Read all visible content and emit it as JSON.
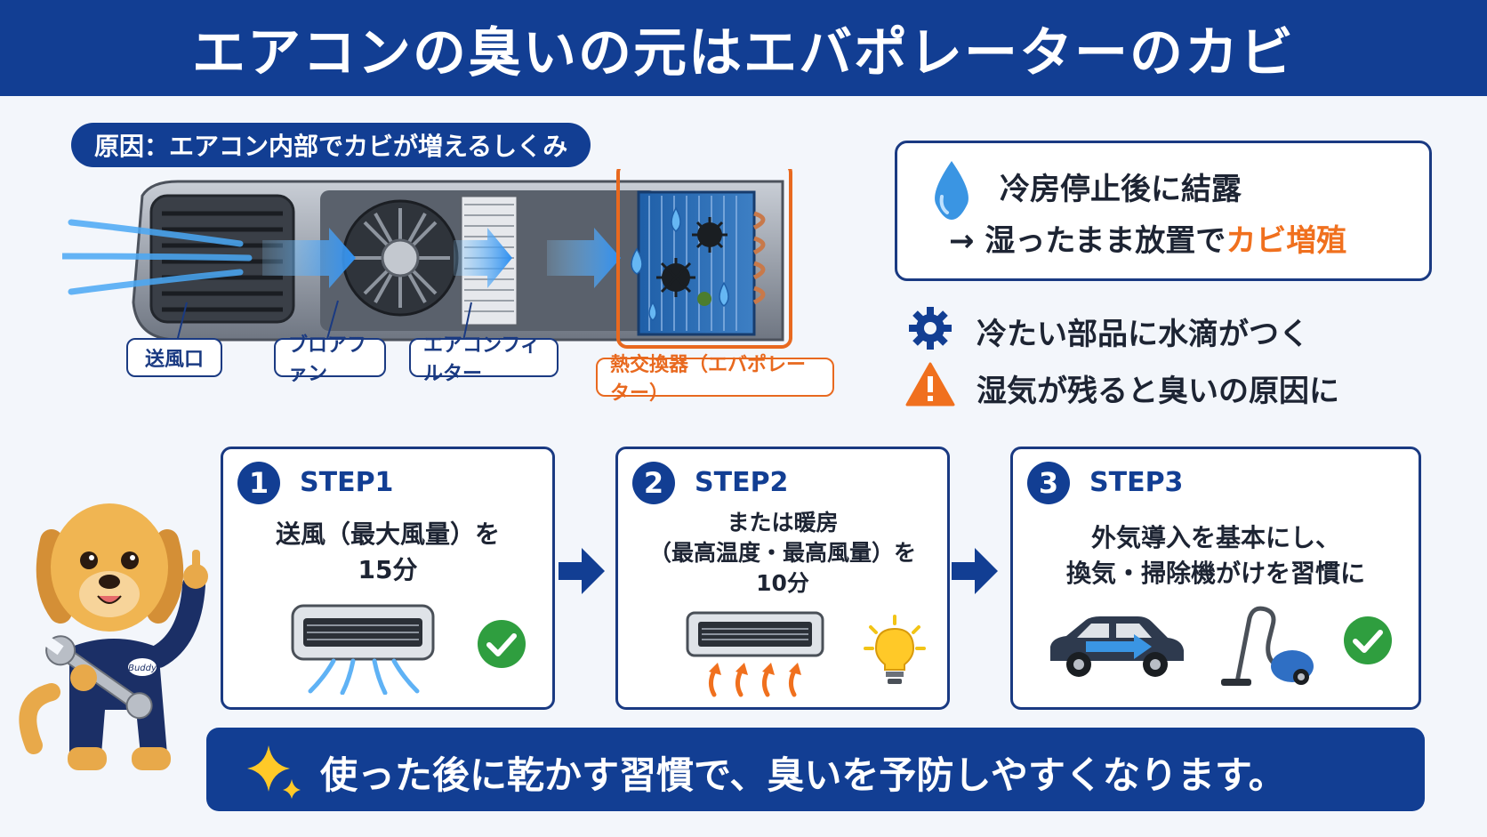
{
  "header": {
    "title": "エアコンの臭いの元はエバポレーターのカビ"
  },
  "cause": {
    "label": "原因：エアコン内部でカビが増えるしくみ"
  },
  "diagram": {
    "labels": {
      "vent": "送風口",
      "blower": "ブロアファン",
      "filter": "エアコンフィルター",
      "evaporator": "熱交換器（エバポレーター）"
    }
  },
  "info": {
    "line1": "冷房停止後に結露",
    "line2_prefix": "→ 湿ったまま放置で",
    "line2_highlight": "カビ増殖",
    "bullets": [
      {
        "icon": "gear-icon",
        "text": "冷たい部品に水滴がつく"
      },
      {
        "icon": "warning-icon",
        "text": "湿気が残ると臭いの原因に"
      }
    ]
  },
  "steps": [
    {
      "num": "1",
      "label": "STEP1",
      "lines": [
        "送風（最大風量）を",
        "15分"
      ]
    },
    {
      "num": "2",
      "label": "STEP2",
      "lines": [
        "または暖房",
        "（最高温度・最高風量）を",
        "10分"
      ]
    },
    {
      "num": "3",
      "label": "STEP3",
      "lines": [
        "外気導入を基本にし、",
        "換気・掃除機がけを習慣に"
      ]
    }
  ],
  "mascot": {
    "badge": "Buddy"
  },
  "banner": {
    "text": "使った後に乾かす習慣で、臭いを予防しやすくなります。"
  },
  "colors": {
    "brand_blue": "#123e93",
    "accent_orange": "#f0701e",
    "check_green": "#2f9e3f",
    "background": "#f3f6fb"
  }
}
